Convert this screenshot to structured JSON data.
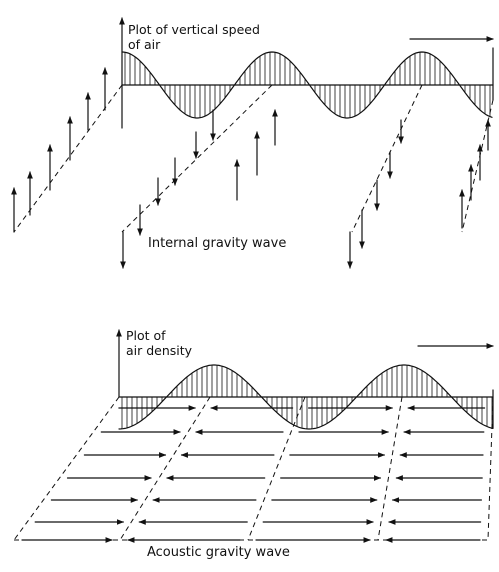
{
  "top_panel": {
    "axis_label_line1": "Plot of vertical speed",
    "axis_label_line2": "of air",
    "caption": "Internal gravity wave"
  },
  "bottom_panel": {
    "axis_label_line1": "Plot of",
    "axis_label_line2": "air density",
    "caption": "Acoustic gravity wave"
  }
}
